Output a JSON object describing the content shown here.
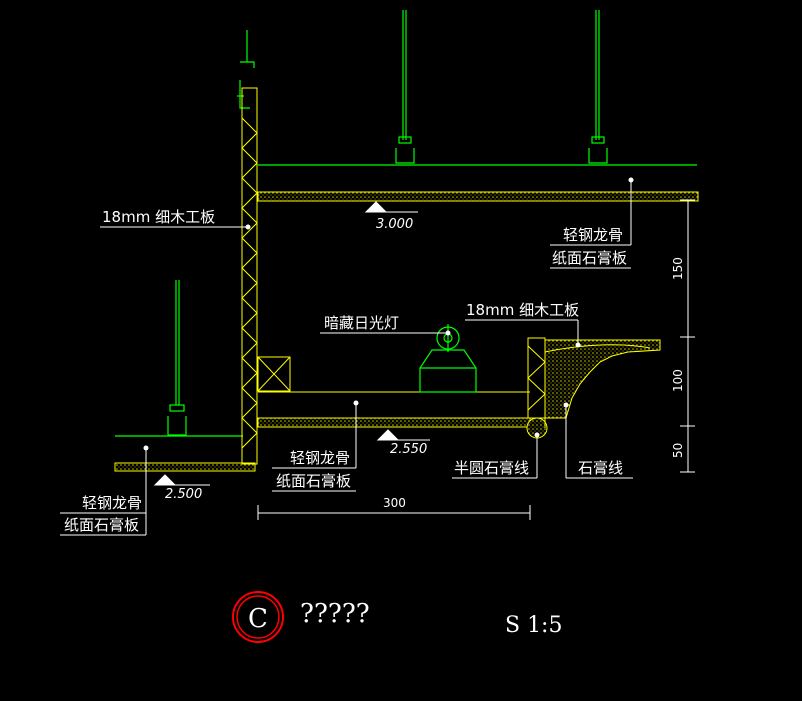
{
  "labels": {
    "board_top": "18mm 细木工板",
    "board_mid": "18mm 细木工板",
    "keel_top_1": "轻钢龙骨",
    "keel_top_2": "纸面石膏板",
    "light": "暗藏日光灯",
    "keel_mid_1": "轻钢龙骨",
    "keel_mid_2": "纸面石膏板",
    "keel_left_1": "轻钢龙骨",
    "keel_left_2": "纸面石膏板",
    "half_round": "半圆石膏线",
    "gypsum_line": "石膏线"
  },
  "elevations": {
    "top": "3.000",
    "mid": "2.550",
    "low": "2.500"
  },
  "dimensions": {
    "width": "300",
    "v1": "150",
    "v2": "100",
    "v3": "50"
  },
  "title_block": {
    "symbol": "C",
    "name": "?????",
    "scale": "S 1:5"
  },
  "colors": {
    "green": "#00ff00",
    "yellow": "#ffff00",
    "white": "#ffffff",
    "red": "#ff0000",
    "hatch": "#c8c800"
  }
}
